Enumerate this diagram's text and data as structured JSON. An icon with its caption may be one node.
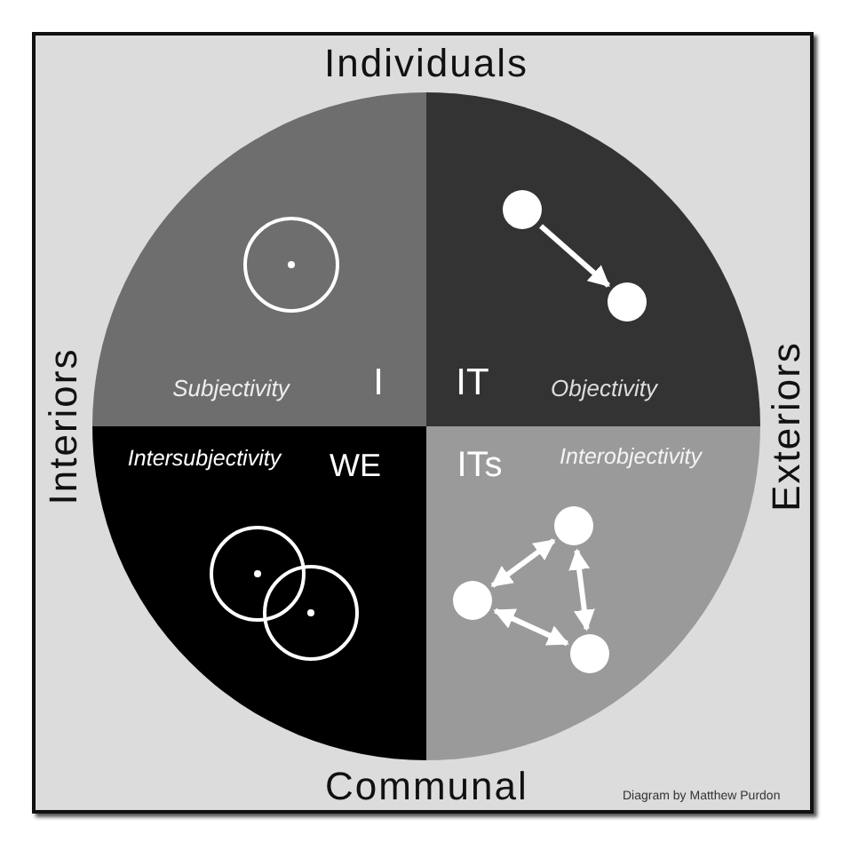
{
  "diagram": {
    "nodes": [
      {
        "text": [
          "Subjectivity",
          "I"
        ]
      },
      {
        "text": [
          "IT",
          "Objectivity"
        ]
      },
      {
        "text": [
          "Intersubjectivity",
          "WE"
        ]
      },
      {
        "text": [
          "ITs",
          "Interobjectivity"
        ]
      },
      {
        "text": [],
        "shape": "circle",
        "in": 1
      },
      {
        "text": [],
        "shape": "circle",
        "in": 1
      },
      {
        "text": [],
        "shape": "circle",
        "in": 3
      },
      {
        "text": [],
        "shape": "circle",
        "in": 3
      },
      {
        "text": [],
        "shape": "circle",
        "in": 3
      }
    ],
    "edges": [
      {
        "from": 4,
        "to": 5,
        "arrow": "to"
      },
      {
        "from": 7,
        "to": 6,
        "arrow": "both"
      },
      {
        "from": 6,
        "to": 8,
        "arrow": "both"
      },
      {
        "from": 7,
        "to": 8,
        "arrow": "both"
      }
    ],
    "labels": [
      "Individuals",
      "Interiors",
      "Exteriors",
      "Communal",
      "Diagram by Matthew Purdon"
    ]
  }
}
